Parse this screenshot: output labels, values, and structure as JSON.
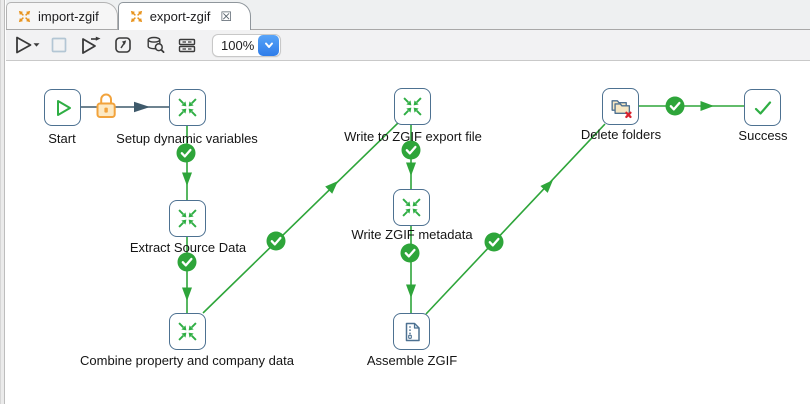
{
  "tabs": [
    {
      "label": "import-zgif",
      "icon": "job-icon",
      "active": false
    },
    {
      "label": "export-zgif",
      "icon": "job-icon",
      "active": true,
      "close_glyph": "☒"
    }
  ],
  "toolbar": {
    "buttons": [
      {
        "icon": "run-icon"
      },
      {
        "icon": "stop-icon"
      },
      {
        "icon": "replay-icon"
      },
      {
        "icon": "job-settings-icon"
      },
      {
        "icon": "database-explorer-icon"
      },
      {
        "icon": "execution-results-icon"
      }
    ],
    "zoom_value": "100%"
  },
  "canvas": {
    "nodes": [
      {
        "id": "start",
        "label": "Start",
        "icon": "play-icon"
      },
      {
        "id": "setup-dynamic-variables",
        "label": "Setup dynamic variables",
        "icon": "transformation-icon"
      },
      {
        "id": "extract-source-data",
        "label": "Extract Source Data",
        "icon": "transformation-icon"
      },
      {
        "id": "combine-property-and-company-data",
        "label": "Combine property and company data",
        "icon": "transformation-icon"
      },
      {
        "id": "write-to-zgif-export-file",
        "label": "Write to ZGIF export file",
        "icon": "transformation-icon"
      },
      {
        "id": "write-zgif-metadata",
        "label": "Write ZGIF metadata",
        "icon": "transformation-icon"
      },
      {
        "id": "assemble-zgif",
        "label": "Assemble ZGIF",
        "icon": "zip-file-icon"
      },
      {
        "id": "delete-folders",
        "label": "Delete folders",
        "icon": "delete-folders-icon"
      },
      {
        "id": "success",
        "label": "Success",
        "icon": "check-icon"
      }
    ],
    "hops": [
      {
        "from": "Start",
        "to": "Setup dynamic variables",
        "type": "unconditional",
        "locked": true
      },
      {
        "from": "Setup dynamic variables",
        "to": "Extract Source Data",
        "result": "success"
      },
      {
        "from": "Extract Source Data",
        "to": "Combine property and company data",
        "result": "success"
      },
      {
        "from": "Combine property and company data",
        "to": "Write to ZGIF export file",
        "result": "success"
      },
      {
        "from": "Write to ZGIF export file",
        "to": "Write ZGIF metadata",
        "result": "success"
      },
      {
        "from": "Write ZGIF metadata",
        "to": "Assemble ZGIF",
        "result": "success"
      },
      {
        "from": "Assemble ZGIF",
        "to": "Delete folders",
        "result": "success"
      },
      {
        "from": "Delete folders",
        "to": "Success",
        "result": "success"
      }
    ]
  },
  "colors": {
    "green": "#2EA53A",
    "node_border": "#4D7191",
    "lock_orange": "#F2A33C",
    "tab_icon_orange": "#E8941F",
    "hop_dark": "#3F5A6B",
    "combo_blue": "#2E7CE9",
    "error_red": "#D9232E"
  }
}
